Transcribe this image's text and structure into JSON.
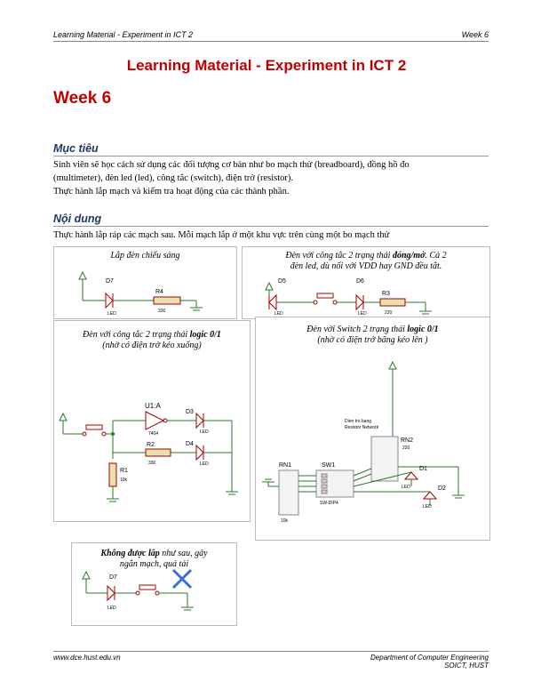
{
  "header": {
    "left": "Learning Material - Experiment in ICT 2",
    "right": "Week 6"
  },
  "title": "Learning Material - Experiment in ICT 2",
  "week": "Week 6",
  "sections": {
    "goal": {
      "heading": "Mục tiêu",
      "lines": [
        "Sinh viên sẽ học cách sử dụng các đối tượng cơ bản như bo mạch thử (breadboard), đồng hồ đo",
        "(multimeter), đèn led (led), công tắc (switch), điện trở (resistor).",
        "Thực hành lắp mạch và kiểm tra hoạt động của các thành phần."
      ]
    },
    "content": {
      "heading": "Nội dung",
      "line": "Thực hành lắp ráp các mạch sau. Mỗi mạch lắp ở một khu vực trên cùng một bo mạch thử"
    }
  },
  "circuits": {
    "c1": {
      "caption": "Lắp đèn chiếu sáng",
      "d": "D7",
      "r": "R4",
      "led": "LED",
      "rv": "330"
    },
    "c2": {
      "caption_pre": "Đèn với công tắc 2 trạng thái ",
      "caption_bold": "đóng/mở",
      "caption_post": ". Cả 2",
      "caption2": "đèn led, dù nối với VDD hay GND đều tắt.",
      "d5": "D5",
      "d6": "D6",
      "r": "R3",
      "led": "LED",
      "rv": "220"
    },
    "c3": {
      "caption_pre": "Đèn với công tắc 2 trạng thái ",
      "caption_bold": "logic 0/1",
      "caption2": "(nhờ có điện trở kéo xuống)",
      "u": "U1:A",
      "chip": "7404",
      "d3": "D3",
      "d4": "D4",
      "r1": "R1",
      "r2": "R2",
      "led": "LED",
      "rv1": "10k",
      "rv2": "330"
    },
    "c4": {
      "caption_pre": "Đèn với Switch 2 trạng thái ",
      "caption_bold": "logic 0/1",
      "caption2": "(nhờ có điện trở băng kéo lên )",
      "note1": "Dien tro bang",
      "note2": "Resistor Network",
      "rn1": "RN1",
      "rn2": "RN2",
      "sw": "SW1",
      "swtype": "SW-DIP4",
      "rv1": "10k",
      "rv2": "220",
      "d1": "D1",
      "d2": "D2",
      "led": "LED"
    },
    "c5": {
      "caption_bold": "Không được lắp",
      "caption_post": " như sau, gây",
      "caption2": "ngắn mạch, quá tải",
      "d": "D7",
      "led": "LED"
    }
  },
  "footer": {
    "left": "www.dce.hust.edu.vn",
    "right1": "Department of Computer Engineering",
    "right2": "SOICT, HUST"
  },
  "colors": {
    "title": "#c00000",
    "heading": "#1f3864",
    "component": "#a00000",
    "cross": "#3b6fd6"
  }
}
